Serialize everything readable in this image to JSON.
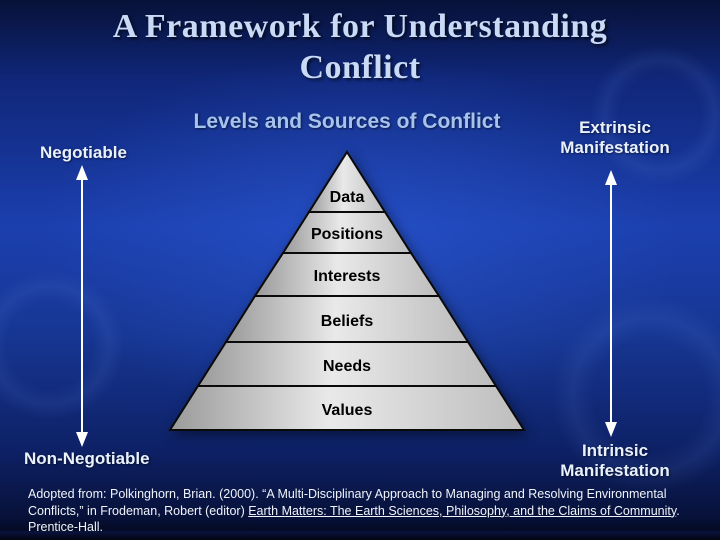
{
  "slide": {
    "title_line1": "A Framework for Understanding",
    "title_line2": "Conflict",
    "subtitle": "Levels and Sources of Conflict"
  },
  "labels": {
    "left_top": "Negotiable",
    "left_bottom": "Non-Negotiable",
    "right_top": "Extrinsic Manifestation",
    "right_bottom": "Intrinsic Manifestation"
  },
  "pyramid": {
    "levels": [
      {
        "label": "Data"
      },
      {
        "label": "Positions"
      },
      {
        "label": "Interests"
      },
      {
        "label": "Beliefs"
      },
      {
        "label": "Needs"
      },
      {
        "label": "Values"
      }
    ]
  },
  "citation": {
    "part1": "Adopted from: Polkinghorn, Brian. (2000). “A Multi-Disciplinary Approach to Managing and Resolving Environmental Conflicts,” in Frodeman, Robert (editor) ",
    "part2_underlined": "Earth Matters: The Earth Sciences, Philosophy, and the Claims of Community",
    "part3": ". Prentice-Hall."
  },
  "colors": {
    "background_top": "#071138",
    "background_mid": "#1b3fae",
    "title_text": "#c9daf6",
    "subtitle_text": "#a5c3ec",
    "label_text": "#e9f1fd",
    "pyramid_band_light": "#e9e9e9",
    "pyramid_band_dark": "#9a9a9a",
    "pyramid_outline": "#0a0a0a",
    "pyramid_text": "#000000",
    "arrow": "#ffffff"
  }
}
